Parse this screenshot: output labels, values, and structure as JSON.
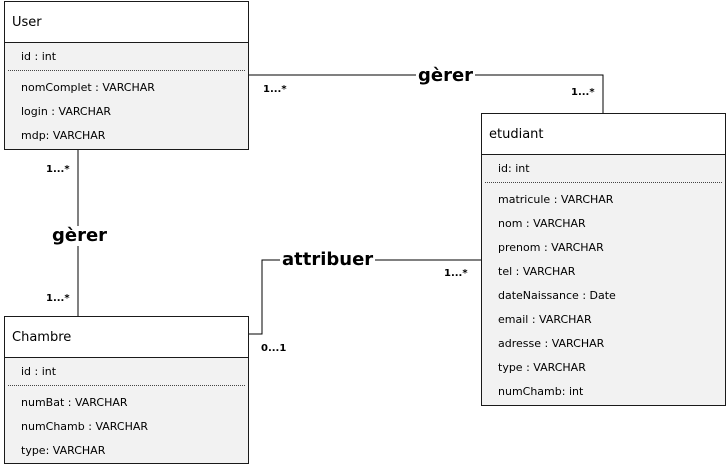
{
  "entities": {
    "user": {
      "name": "User",
      "pk": "id : int",
      "attributes": [
        "nomComplet : VARCHAR",
        "login : VARCHAR",
        "mdp: VARCHAR"
      ]
    },
    "etudiant": {
      "name": "etudiant",
      "pk": "id: int",
      "attributes": [
        "matricule : VARCHAR",
        "nom : VARCHAR",
        "prenom : VARCHAR",
        "tel : VARCHAR",
        "dateNaissance : Date",
        "email : VARCHAR",
        "adresse : VARCHAR",
        "type : VARCHAR",
        "numChamb: int"
      ]
    },
    "chambre": {
      "name": "Chambre",
      "pk": "id : int",
      "attributes": [
        "numBat : VARCHAR",
        "numChamb : VARCHAR",
        "type: VARCHAR"
      ]
    }
  },
  "relations": {
    "user_etudiant": {
      "label": "gèrer",
      "mult_from": "1...*",
      "mult_to": "1...*"
    },
    "user_chambre": {
      "label": "gèrer",
      "mult_from": "1...*",
      "mult_to": "1...*"
    },
    "chambre_etudiant": {
      "label": "attribuer",
      "mult_from": "0...1",
      "mult_to": "1...*"
    }
  }
}
